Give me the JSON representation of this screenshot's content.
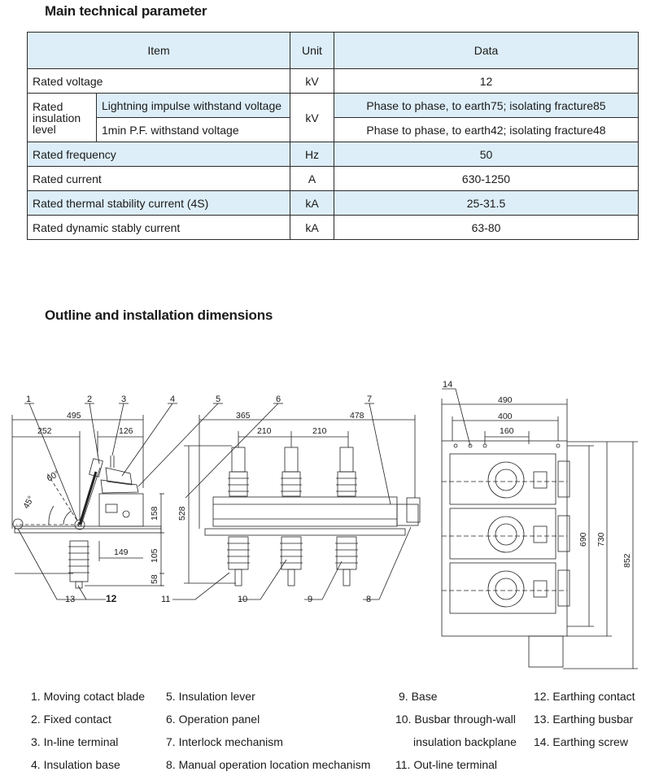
{
  "section1_title": "Main technical parameter",
  "section2_title": "Outline and installation dimensions",
  "table": {
    "headers": {
      "item": "Item",
      "unit": "Unit",
      "data": "Data"
    },
    "rows": {
      "voltage": {
        "item": "Rated voltage",
        "unit": "kV",
        "data": "12"
      },
      "insulation": {
        "group": "Rated insulation level",
        "unit": "kV",
        "lightning": {
          "item": "Lightning impulse withstand voltage",
          "data": "Phase to phase, to earth75;  isolating fracture85"
        },
        "pf": {
          "item": "1min P.F. withstand voltage",
          "data": "Phase to phase, to earth42;  isolating fracture48"
        }
      },
      "frequency": {
        "item": "Rated frequency",
        "unit": "Hz",
        "data": "50"
      },
      "current": {
        "item": "Rated current",
        "unit": "A",
        "data": "630-1250"
      },
      "thermal": {
        "item": "Rated thermal stability current (4S)",
        "unit": "kA",
        "data": "25-31.5"
      },
      "dynamic": {
        "item": "Rated dynamic stably current",
        "unit": "kA",
        "data": "63-80"
      }
    }
  },
  "drawing": {
    "dims": {
      "d495": "495",
      "d252": "252",
      "d126": "126",
      "d365": "365",
      "d210a": "210",
      "d210b": "210",
      "d478": "478",
      "d528": "528",
      "d158": "158",
      "d105": "105",
      "d58": "58",
      "d149": "149",
      "d490": "490",
      "d400": "400",
      "d160": "160",
      "d690": "690",
      "d730": "730",
      "d852": "852",
      "a60": "60°",
      "a45": "45°"
    },
    "callouts": {
      "n1": "1",
      "n2": "2",
      "n3": "3",
      "n4": "4",
      "n5": "5",
      "n6": "6",
      "n7": "7",
      "n8": "8",
      "n9": "9",
      "n10": "10",
      "n11": "11",
      "n12": "12",
      "n13": "13",
      "n14": "14"
    }
  },
  "legend": {
    "col1": [
      "1. Moving cotact blade",
      "2. Fixed contact",
      "3. In-line terminal",
      "4. Insulation base"
    ],
    "col2": [
      "5. Insulation lever",
      "6. Operation panel",
      "7. Interlock mechanism",
      "8. Manual operation location mechanism"
    ],
    "col3": [
      "9. Base",
      "10. Busbar through-wall",
      "insulation backplane",
      "11. Out-line terminal"
    ],
    "col4": [
      "12. Earthing contact",
      "13. Earthing busbar",
      "14. Earthing screw"
    ]
  }
}
